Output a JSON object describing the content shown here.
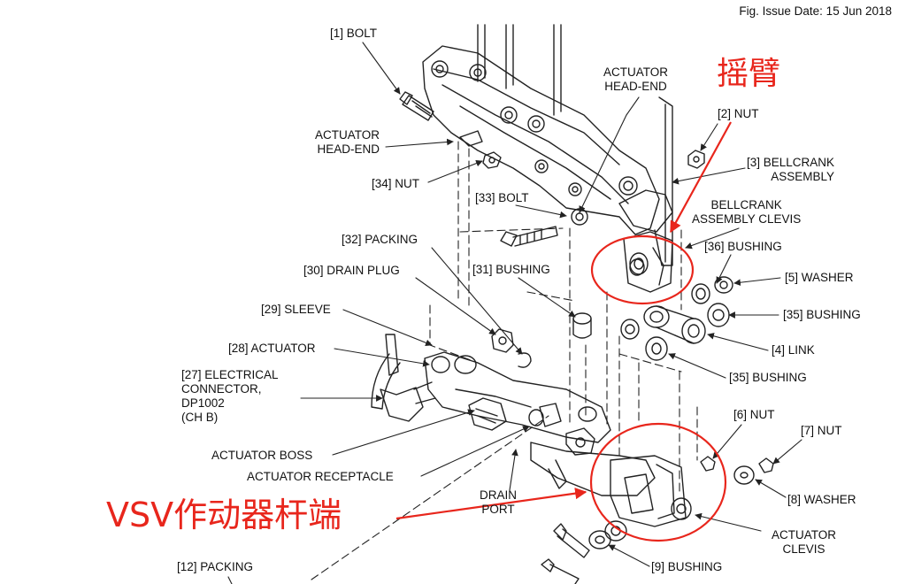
{
  "issue_date": "Fig. Issue Date: 15 Jun 2018",
  "labels": {
    "bolt_1": "[1] BOLT",
    "nut_2": "[2] NUT",
    "bellcrank_3": "[3] BELLCRANK\nASSEMBLY",
    "actuator_head_end_top": "ACTUATOR\nHEAD-END",
    "actuator_head_end_left": "ACTUATOR\nHEAD-END",
    "nut_34": "[34] NUT",
    "bolt_33": "[33] BOLT",
    "bellcrank_clevis": "BELLCRANK\nASSEMBLY CLEVIS",
    "packing_32": "[32] PACKING",
    "drain_plug_30": "[30] DRAIN PLUG",
    "bushing_31": "[31] BUSHING",
    "bushing_36": "[36] BUSHING",
    "washer_5": "[5] WASHER",
    "bushing_35a": "[35] BUSHING",
    "sleeve_29": "[29] SLEEVE",
    "actuator_28": "[28] ACTUATOR",
    "link_4": "[4] LINK",
    "bushing_35b": "[35] BUSHING",
    "connector_27": "[27] ELECTRICAL\nCONNECTOR,\nDP1002\n(CH B)",
    "actuator_boss": "ACTUATOR BOSS",
    "actuator_receptacle": "ACTUATOR RECEPTACLE",
    "nut_6": "[6] NUT",
    "nut_7": "[7] NUT",
    "drain_port": "DRAIN\nPORT",
    "washer_8": "[8] WASHER",
    "actuator_clevis": "ACTUATOR\nCLEVIS",
    "bushing_9": "[9] BUSHING",
    "packing_12": "[12] PACKING"
  },
  "callouts": {
    "rocker_arm": "摇臂",
    "vsv_rod_end": "VSV作动器杆端"
  },
  "colors": {
    "annotation": "#e8261c",
    "line_art": "#222222"
  }
}
